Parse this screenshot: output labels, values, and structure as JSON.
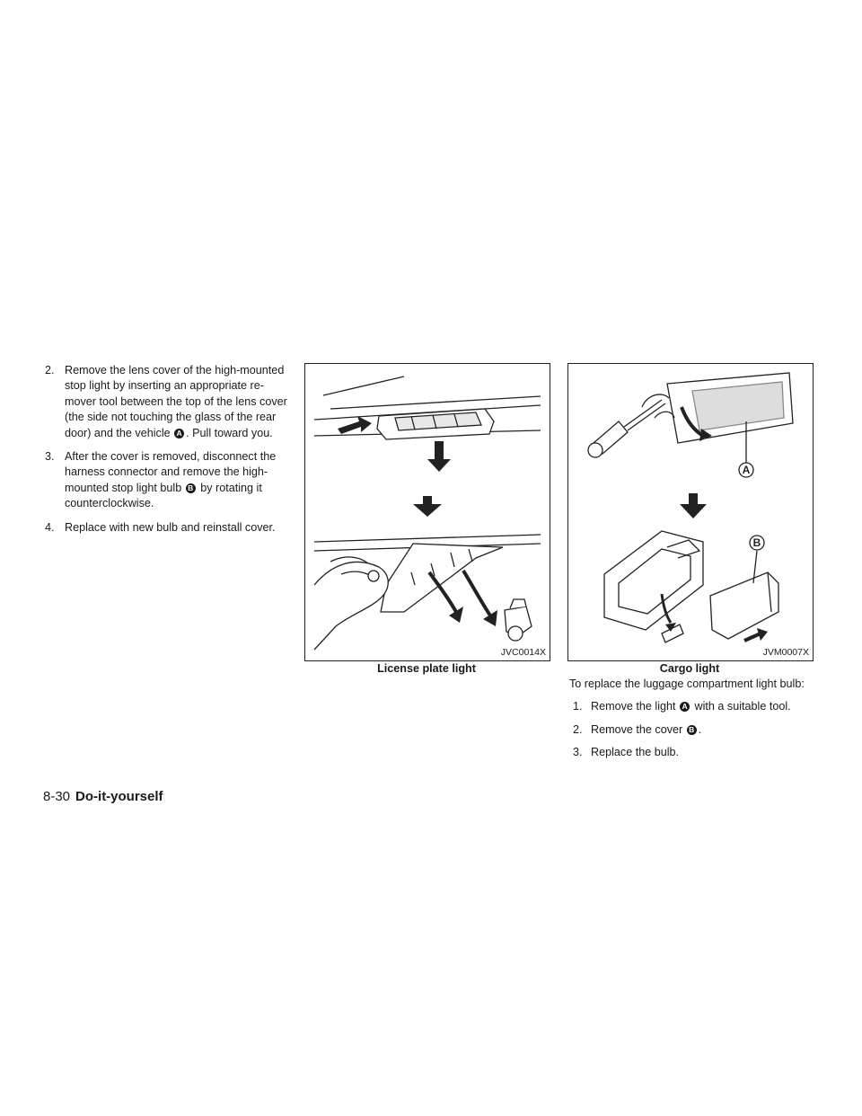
{
  "left_steps": [
    {
      "num": "2.",
      "text_before": "Remove the lens cover of the high-mounted stop light by inserting an appropriate re-mover tool between the top of the lens cover (the side not touching the glass of the rear door) and the vehicle",
      "badge": "A",
      "text_after": ". Pull toward you."
    },
    {
      "num": "3.",
      "text_before": "After the cover is removed, disconnect the harness connector and remove the high-mounted stop light bulb",
      "badge": "B",
      "text_after": " by rotating it counterclockwise."
    },
    {
      "num": "4.",
      "text_before": "Replace with new bulb and reinstall cover.",
      "badge": "",
      "text_after": ""
    }
  ],
  "figure_license": {
    "code": "JVC0014X",
    "caption": "License plate light"
  },
  "figure_cargo": {
    "code": "JVM0007X",
    "caption": "Cargo light",
    "label_a": "A",
    "label_b": "B"
  },
  "right_intro": "To replace the luggage compartment light bulb:",
  "right_steps": [
    {
      "num": "1.",
      "text_before": "Remove the light",
      "badge": "A",
      "text_after": " with a suitable tool."
    },
    {
      "num": "2.",
      "text_before": "Remove the cover",
      "badge": "B",
      "text_after": "."
    },
    {
      "num": "3.",
      "text_before": "Replace the bulb.",
      "badge": "",
      "text_after": ""
    }
  ],
  "footer": {
    "page": "8-30",
    "section": "Do-it-yourself"
  }
}
